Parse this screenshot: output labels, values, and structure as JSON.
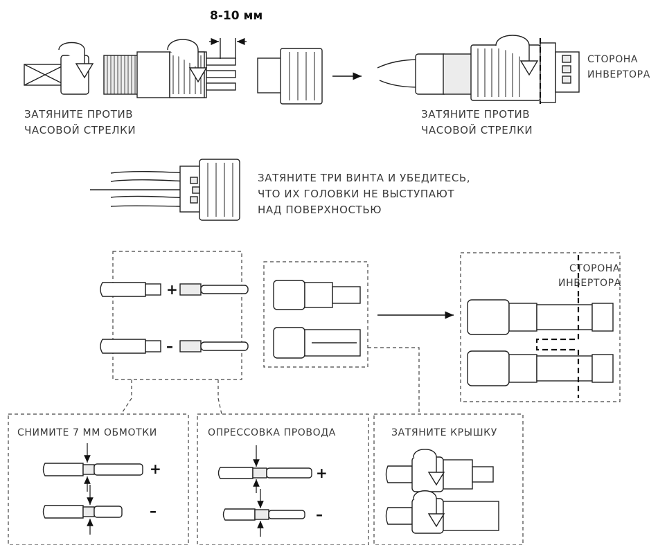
{
  "top": {
    "dimension_label": "8-10 мм",
    "left_caption_line1": "ЗАТЯНИТЕ ПРОТИВ",
    "left_caption_line2": "ЧАСОВОЙ СТРЕЛКИ",
    "right_caption_line1": "ЗАТЯНИТЕ ПРОТИВ",
    "right_caption_line2": "ЧАСОВОЙ СТРЕЛКИ",
    "inverter_side_line1": "СТОРОНА",
    "inverter_side_line2": "ИНВЕРТОРА"
  },
  "middle": {
    "screws_line1": "ЗАТЯНИТЕ ТРИ ВИНТА И УБЕДИТЕСЬ,",
    "screws_line2": "ЧТО ИХ ГОЛОВКИ НЕ ВЫСТУПАЮТ",
    "screws_line3": "НАД ПОВЕРХНОСТЬЮ"
  },
  "dc": {
    "plus_sign": "+",
    "minus_sign": "–",
    "inverter_side_line1": "СТОРОНА",
    "inverter_side_line2": "ИНВЕРТОРА",
    "strip_title": "СНИМИТЕ 7 ММ ОБМОТКИ",
    "crimp_title": "ОПРЕССОВКА ПРОВОДА",
    "cap_title": "ЗАТЯНИТЕ КРЫШКУ"
  }
}
